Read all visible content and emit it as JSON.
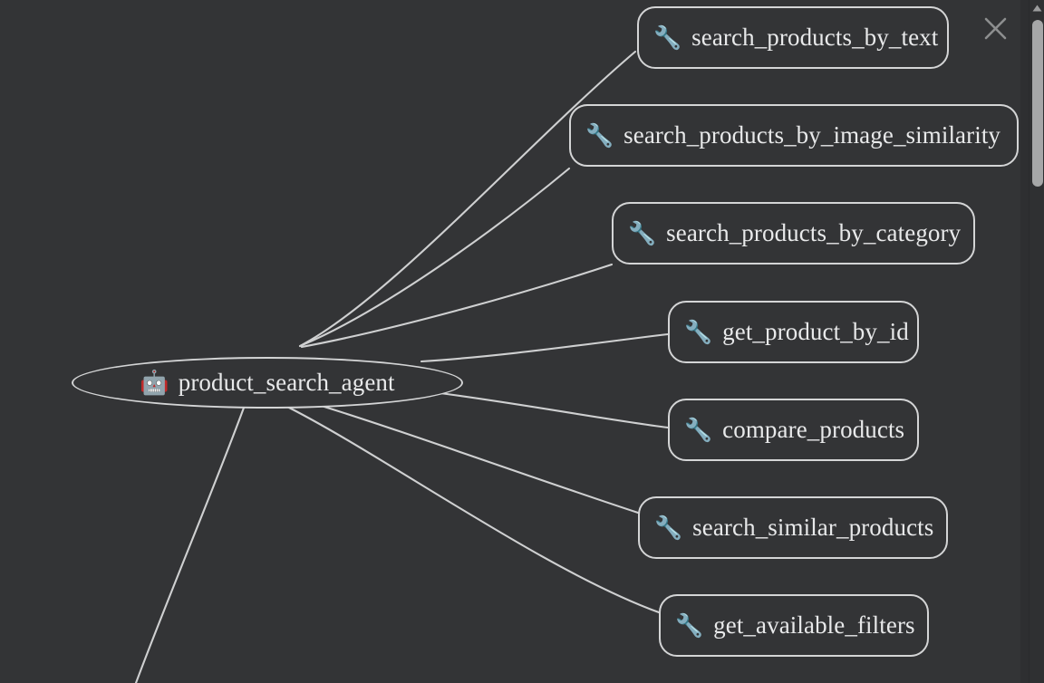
{
  "canvas": {
    "background_color": "#333436",
    "edge_color": "#cfd0d1",
    "node_border_color": "#d4d5d6",
    "node_text_color": "#e8e9ea"
  },
  "agent": {
    "icon": "🤖",
    "icon_name": "robot-emoji",
    "label": "product_search_agent"
  },
  "tools": [
    {
      "icon": "🔧",
      "icon_name": "wrench-emoji",
      "label": "search_products_by_text"
    },
    {
      "icon": "🔧",
      "icon_name": "wrench-emoji",
      "label": "search_products_by_image_similarity"
    },
    {
      "icon": "🔧",
      "icon_name": "wrench-emoji",
      "label": "search_products_by_category"
    },
    {
      "icon": "🔧",
      "icon_name": "wrench-emoji",
      "label": "get_product_by_id"
    },
    {
      "icon": "🔧",
      "icon_name": "wrench-emoji",
      "label": "compare_products"
    },
    {
      "icon": "🔧",
      "icon_name": "wrench-emoji",
      "label": "search_similar_products"
    },
    {
      "icon": "🔧",
      "icon_name": "wrench-emoji",
      "label": "get_available_filters"
    }
  ],
  "controls": {
    "close_label": "×",
    "scroll_up_label": "▲"
  }
}
